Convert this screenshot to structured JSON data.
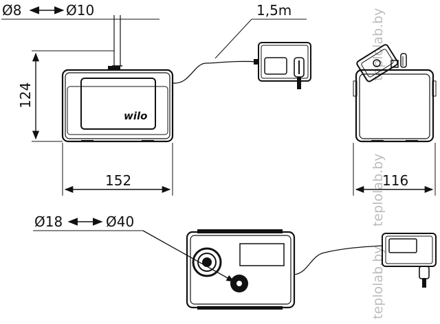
{
  "labels": {
    "pipe_inlet_small": "Ø8",
    "pipe_inlet_large": "Ø10",
    "cable_length": "1,5m",
    "height": "124",
    "width": "152",
    "depth": "116",
    "outlet_small": "Ø18",
    "outlet_large": "Ø40"
  },
  "brand": "wilo",
  "watermark": "teplolab.by",
  "colors": {
    "line": "#111111",
    "watermark": "#bdbdbd",
    "background": "#ffffff"
  }
}
